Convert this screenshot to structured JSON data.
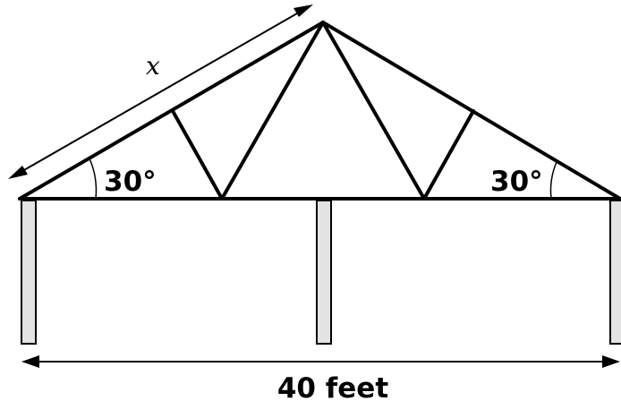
{
  "diagram": {
    "length_label": "x",
    "angle_left_label": "30°",
    "angle_right_label": "30°",
    "span_label": "40 feet"
  }
}
